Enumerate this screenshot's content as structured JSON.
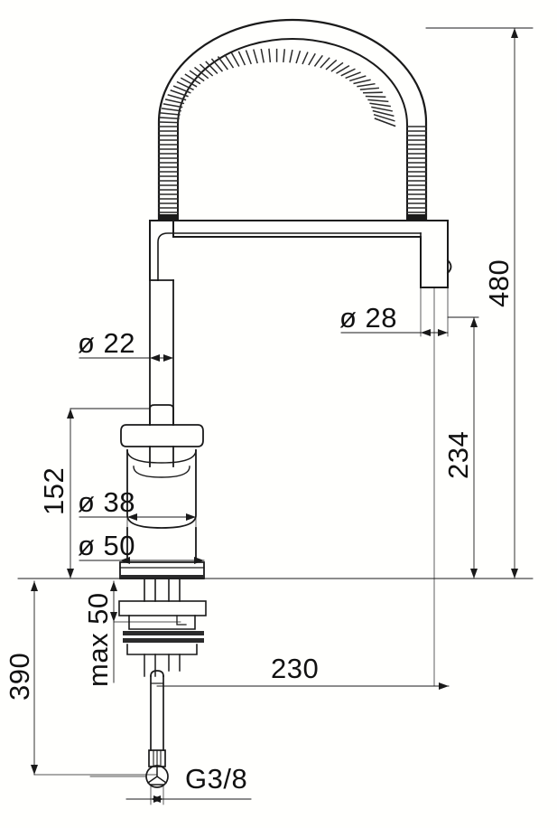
{
  "drawing": {
    "title": "Kitchen mixer tap technical dimension drawing",
    "background_color": "#fffffd",
    "line_color": "#1a1a1a",
    "units": "mm",
    "product": "pull-down spring kitchen faucet"
  },
  "dimensions": {
    "overall_height": "480",
    "spout_height": "234",
    "spout_reach": "230",
    "handle_height": "152",
    "hose_length": "390",
    "counter_thickness": "max 50",
    "counter_thickness_value": "50",
    "spring_tube_dia": "ø 22",
    "spout_outlet_dia": "ø 28",
    "body_dia": "ø 38",
    "base_dia": "ø 50",
    "thread": "G3/8"
  },
  "labels": [
    {
      "id": "dia-22",
      "text": "ø 22",
      "orientation": "horizontal"
    },
    {
      "id": "dia-28",
      "text": "ø 28",
      "orientation": "horizontal"
    },
    {
      "id": "dia-38",
      "text": "ø 38",
      "orientation": "horizontal"
    },
    {
      "id": "dia-50",
      "text": "ø 50",
      "orientation": "horizontal"
    },
    {
      "id": "height-480",
      "text": "480",
      "orientation": "vertical"
    },
    {
      "id": "height-234",
      "text": "234",
      "orientation": "vertical"
    },
    {
      "id": "height-152",
      "text": "152",
      "orientation": "vertical"
    },
    {
      "id": "height-390",
      "text": "390",
      "orientation": "vertical"
    },
    {
      "id": "max-50",
      "text": "max 50",
      "orientation": "vertical"
    },
    {
      "id": "reach-230",
      "text": "230",
      "orientation": "horizontal"
    },
    {
      "id": "thread-g38",
      "text": "G3/8",
      "orientation": "horizontal"
    }
  ]
}
